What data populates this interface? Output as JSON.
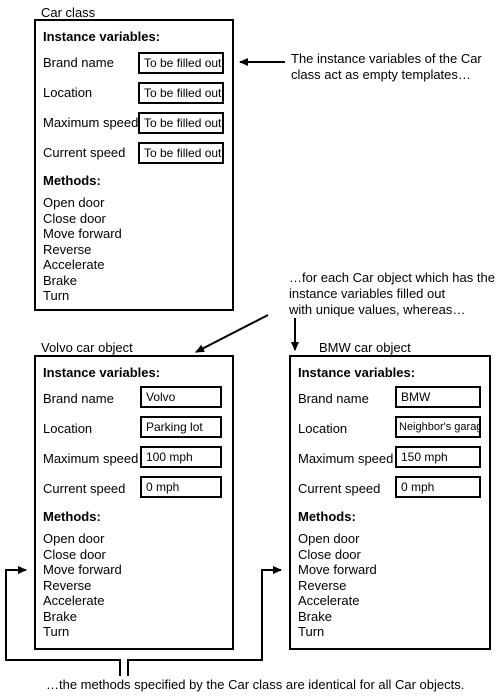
{
  "car_class": {
    "caption": "Car class",
    "instance_header": "Instance variables:",
    "variables": [
      {
        "label": "Brand name",
        "value": "To be filled out"
      },
      {
        "label": "Location",
        "value": "To be filled out"
      },
      {
        "label": "Maximum speed",
        "value": "To be filled out"
      },
      {
        "label": "Current speed",
        "value": "To be filled out"
      }
    ],
    "methods_header": "Methods:",
    "methods": [
      "Open door",
      "Close door",
      "Move forward",
      "Reverse",
      "Accelerate",
      "Brake",
      "Turn"
    ]
  },
  "volvo_object": {
    "caption": "Volvo car object",
    "instance_header": "Instance variables:",
    "variables": [
      {
        "label": "Brand name",
        "value": "Volvo"
      },
      {
        "label": "Location",
        "value": "Parking lot"
      },
      {
        "label": "Maximum speed",
        "value": "100 mph"
      },
      {
        "label": "Current speed",
        "value": "0 mph"
      }
    ],
    "methods_header": "Methods:",
    "methods": [
      "Open door",
      "Close door",
      "Move forward",
      "Reverse",
      "Accelerate",
      "Brake",
      "Turn"
    ]
  },
  "bmw_object": {
    "caption": "BMW car object",
    "instance_header": "Instance variables:",
    "variables": [
      {
        "label": "Brand name",
        "value": "BMW"
      },
      {
        "label": "Location",
        "value": "Neighbor's garage"
      },
      {
        "label": "Maximum speed",
        "value": "150 mph"
      },
      {
        "label": "Current speed",
        "value": "0 mph"
      }
    ],
    "methods_header": "Methods:",
    "methods": [
      "Open door",
      "Close door",
      "Move forward",
      "Reverse",
      "Accelerate",
      "Brake",
      "Turn"
    ]
  },
  "notes": {
    "templates": [
      "The instance variables of the Car",
      "class act as empty templates…"
    ],
    "unique_values": [
      "…for each Car object which has the",
      "instance variables filled out",
      "with unique values, whereas…"
    ],
    "identical_methods": "…the methods specified by the Car class are identical for all Car objects."
  }
}
